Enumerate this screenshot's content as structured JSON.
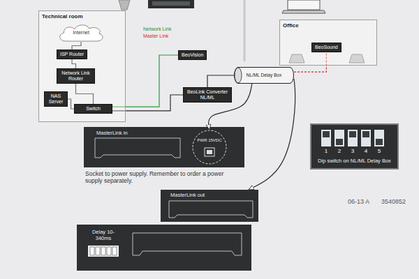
{
  "diagram": {
    "nodes": [
      {
        "text": [
          "Technical room"
        ]
      },
      {
        "text": [
          "Internet"
        ],
        "in": 0
      },
      {
        "text": [
          "ISP Router"
        ],
        "in": 0
      },
      {
        "text": [
          "Network Link Router"
        ],
        "in": 0
      },
      {
        "text": [
          "NAS Server"
        ],
        "in": 0
      },
      {
        "text": [
          "Switch"
        ],
        "in": 0
      },
      {
        "text": [
          "Office"
        ]
      },
      {
        "text": [
          "BeoSound"
        ],
        "in": 6
      },
      {
        "text": [
          "BeoVision"
        ]
      },
      {
        "text": [
          "BeoLink Converter NL/ML"
        ]
      },
      {
        "text": [
          "NL/ML Delay Box"
        ]
      },
      {
        "text": [
          "MasterLink in"
        ]
      },
      {
        "text": [
          "PWR 15VDC"
        ],
        "in": 11
      },
      {
        "text": [
          "MasterLink out"
        ]
      },
      {
        "text": [
          "Delay 10-340ms"
        ]
      },
      {
        "text": [
          "Dip switch on NL/ML Delay Box"
        ]
      }
    ],
    "edges": [
      {
        "from": 1,
        "to": 2,
        "arrow": "none"
      },
      {
        "from": 2,
        "to": 3,
        "arrow": "none"
      },
      {
        "from": 3,
        "to": 5,
        "arrow": "none"
      },
      {
        "from": 4,
        "to": 5,
        "arrow": "none"
      },
      {
        "from": 5,
        "to": 8,
        "arrow": "none"
      },
      {
        "from": 5,
        "to": 9,
        "arrow": "none"
      },
      {
        "from": 9,
        "to": 10,
        "arrow": "none"
      },
      {
        "from": 10,
        "to": 7,
        "arrow": "none"
      },
      {
        "from": 10,
        "to": 12,
        "arrow": "to"
      },
      {
        "from": 10,
        "to": 13,
        "arrow": "to"
      }
    ],
    "labels": [
      "Network Link",
      "Master Link",
      "Socket to power supply. Remember to order a power supply separately.",
      "1",
      "2",
      "3",
      "4",
      "5",
      "06-13 A",
      "3540852"
    ]
  }
}
